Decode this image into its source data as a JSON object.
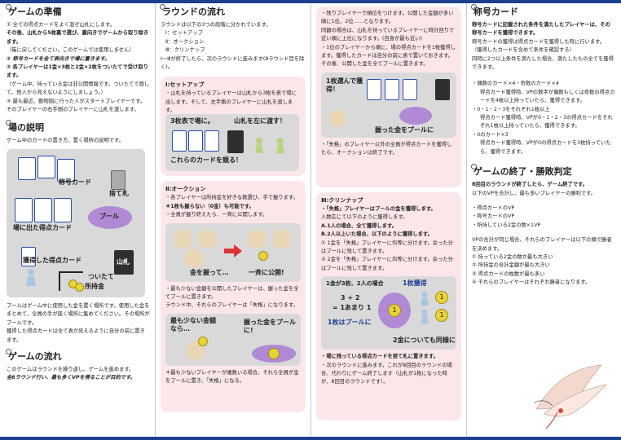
{
  "col1": {
    "prep_title": "ゲームの準備",
    "prep": [
      "① 全ての得点カードをよく混ぜ山札にします。",
      "その後、山札から5枚裏で選び、裏向きでゲームから取り除きます。",
      "（箱に戻してください。このゲームでは使用しません）",
      "② 称号カードを全て表向きで場に置きます。",
      "③ 各プレイヤーは1金×3枚と2金×2枚をついたてで受け取ります。",
      "（ゲーム中、持っている金は非公開情報です。ついたてで隠して、他人から見えないようにしましょう。）",
      "④ 最も最近、動物園に行った人がスタートプレイヤーです。",
      "そのプレイヤーの右手側のプレイヤーに山札を渡します。"
    ],
    "field_title": "場の説明",
    "field_intro": "ゲーム中のカードの置き方、置く場所の説明です。",
    "label_title_card": "称号カード",
    "label_discard": "捨て札",
    "label_pool": "プール",
    "label_field_cards": "場に出た得点カード",
    "label_acquired": "獲得した得点カード",
    "label_deck": "山札",
    "label_screen": "ついたて",
    "label_money": "所持金",
    "field_desc": [
      "プールはゲーム中に使用した金を置く場所です。使用した金をまとめて、全員の手が届く場所に集めてください。その場所がプールです。",
      "獲得した得点カードは全て表が見えるように自分の前に置きます。"
    ],
    "flow_title": "ゲームの流れ",
    "flow_desc": [
      "このゲームはラウンドを繰り返し、ゲームを進めます。",
      "全8ラウンド行い、最も多くVPを得ることが目的です。"
    ]
  },
  "col2": {
    "round_title": "ラウンドの流れ",
    "round_intro": "ラウンドは以下の3つの段階に分かれています。",
    "phases": [
      "Ⅰ：セットアップ",
      "Ⅱ：オークション",
      "Ⅲ：クリンナップ"
    ],
    "round_note": "Ⅰ〜Ⅲが終了したら、次のラウンドに進みます(8ラウンド目を除く)。",
    "setup_title": "Ⅰ:セットアップ",
    "setup_desc": "・山札を持っているプレイヤーは山札から3枚を表で場に出します。そして、左手側のプレイヤーに山札を渡します。",
    "setup_lbl1": "3枚表で場に。",
    "setup_lbl2": "山札を左に渡す！",
    "setup_lbl3": "これらのカードを競る！",
    "auction_title": "Ⅱ:オークション",
    "auction_desc": [
      "・各プレイヤーは所持金を好きな数選び、手で握ります。",
      "＊1枚も握らない（0金）も可能です。",
      "・全員が握り終えたら、一斉に公開します。"
    ],
    "auction_lbl1": "金を握って…",
    "auction_lbl2": "一斉に公開!",
    "auction_desc2": [
      "・最も少ない金額を公開したプレイヤーは、握った金を全てプールに置きます。",
      "ラウンド中、それらのプレイヤーは「失格」になります。"
    ],
    "auction_lbl3": "最も少ない金額なら…",
    "auction_lbl4": "握った金をプールに!",
    "auction_note": "＊最も少ないプレイヤーが複数いる場合、それら全員が金をプールに置き、「失格」になる。"
  },
  "col3": {
    "p1": "・残りプレイヤーで順位をつけます。公開した金額が多い順に1位、2位……となります。",
    "p2": "同額の場合は、山札を持っているプレイヤーに時計回りで近い順に上位になります。(自身が最も近い)",
    "p3": "・1位のプレイヤーから順に、場の得点カードを1枚獲得します。獲得したカードは自分の前に表で置いておきます。",
    "p4": "その後、公開した金を全てプールに置きます。",
    "lbl_pick": "1枚選んで獲得！",
    "lbl_pool": "握った金をプールに",
    "p5": "・「失格」のプレイヤー以外の全員が得点カードを獲得したら、オークションは終了です。",
    "cleanup_title": "Ⅲ:クリンナップ",
    "cleanup": [
      "・「失格」プレイヤーはプールの金を獲得します。",
      "人数応じて以下のように獲得します。",
      "A.1人の場合、全て獲得します。",
      "B.2人以上いた場合、以下のように獲得します。",
      "① 1金を「失格」プレイヤーに均等に分けます。余った分はプールに残して置きます。",
      "② 2金を「失格」プレイヤーに均等に分けます。余った分はプールに残して置きます。"
    ],
    "ex_title": "1金が3枚、2人の場合",
    "ex_each": "1枚獲得",
    "ex_calc1": "3 ÷ 2",
    "ex_calc2": "= 1あまり 1",
    "ex_left": "1枚はプールに",
    "ex_same": "2金についても同様に",
    "coin1": "1",
    "p6": "・場に残っている得点カードを捨て札に置きます。",
    "p7": "・次のラウンドに進みます。これが8回目のラウンドの場合、代わりにゲーム終了します（山札が1枚になった時が、8回目のラウンドです）。"
  },
  "col4": {
    "title_card_title": "称号カード",
    "tc": [
      "称号カードに記載された条件を満たしたプレイヤーは、その称号カードを獲得できます。",
      "称号カードの獲得は得点カードを獲得した時に行います。",
      "（獲得したカードを含めて条件を確認する）",
      "同時に2つ以上条件を満たした場合、満たしたもの全てを獲得できます。"
    ],
    "conds": [
      "・偶数のカード×4・奇数のカード×4",
      "得点カード獲得時、VPの数字が偶数もしくは奇数の得点カードを4枚以上持っていたら、獲得できます。",
      "・0・1・2・3をそれぞれ1枚以上",
      "得点カード獲得時、VPが0・1・2・3の得点カードをそれぞれ1枚以上持っていたら、獲得できます。",
      "・0のカード×3",
      "得点カード獲得時、VPが0の得点カードを3枚持っていたら、獲得できます。"
    ],
    "end_title": "ゲームの終了・勝敗判定",
    "end_desc": [
      "8回目のラウンドが終了したら、ゲーム終了です。",
      "以下のVPを合計し、最も多いプレイヤーの勝利です。"
    ],
    "vp": [
      "・得点カードのVP",
      "・称号カードのVP",
      "・所持している2金の数×1VP"
    ],
    "tie_intro": "VPの合計が同じ場合、それらのプレイヤーは以下の順で勝者を決めます。",
    "tie": [
      "① 持っている2金の数が最も大きい",
      "② 所持金の合計金額が最も大きい",
      "③ 得点カードの枚数が最も多い",
      "④ それらのプレイヤーはそれぞれ勝者になります。"
    ]
  }
}
